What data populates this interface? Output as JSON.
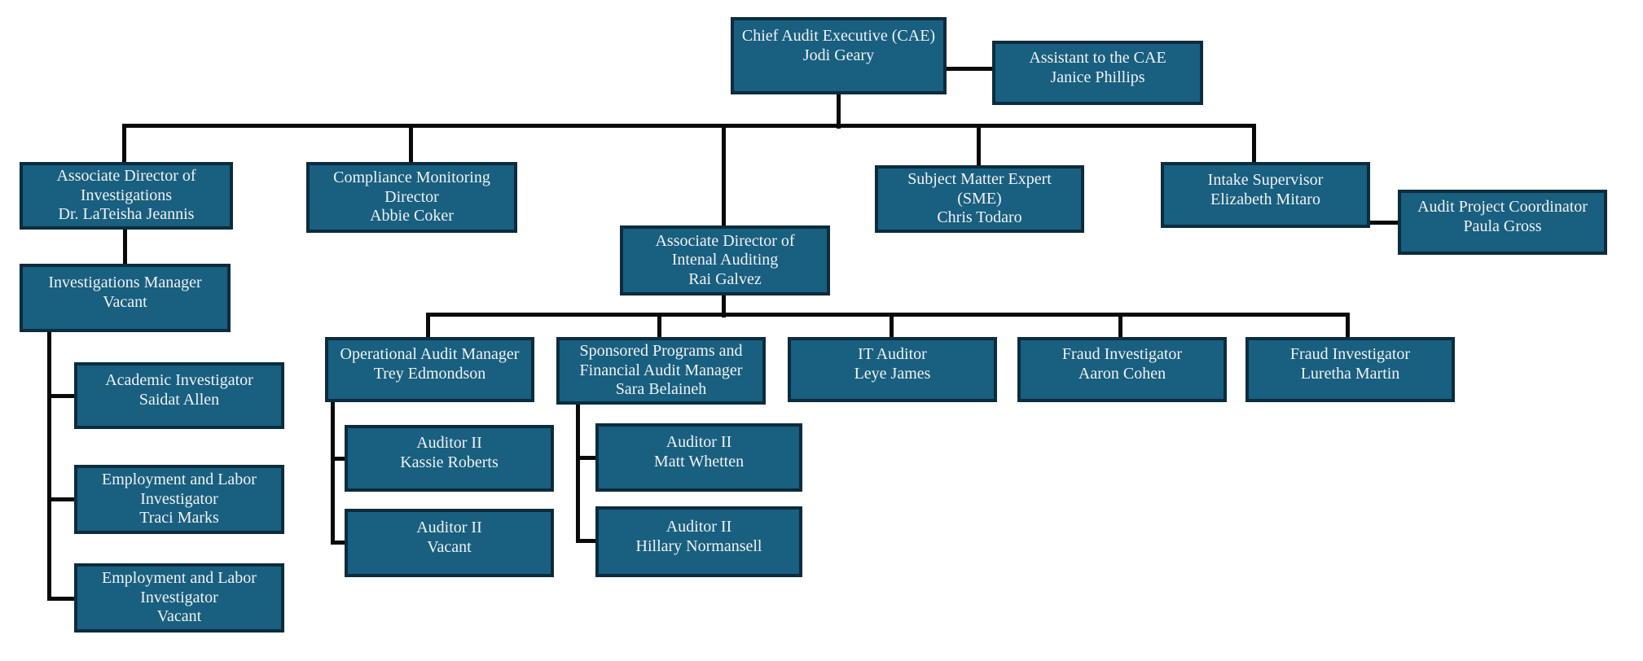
{
  "chart_type": "org-chart",
  "colors": {
    "box_fill": "#185F80",
    "box_border": "#0D2C3D",
    "connector": "#0A0A0A",
    "text": "#F2F2F2",
    "background": "#FFFFFF"
  },
  "nodes": {
    "cae": {
      "role": "Chief Audit Executive (CAE)",
      "person": "Jodi Geary"
    },
    "assistant": {
      "role": "Assistant to the CAE",
      "person": "Janice Phillips"
    },
    "assoc_dir_investigations": {
      "role": "Associate Director of\nInvestigations",
      "person": "Dr. LaTeisha Jeannis"
    },
    "compliance_monitoring_director": {
      "role": "Compliance Monitoring\nDirector",
      "person": "Abbie Coker"
    },
    "assoc_dir_internal_auditing": {
      "role": "Associate Director of\nIntenal Auditing",
      "person": "Rai Galvez"
    },
    "subject_matter_expert": {
      "role": "Subject Matter Expert\n(SME)",
      "person": "Chris Todaro"
    },
    "intake_supervisor": {
      "role": "Intake Supervisor",
      "person": "Elizabeth Mitaro"
    },
    "audit_project_coordinator": {
      "role": "Audit Project Coordinator",
      "person": "Paula Gross"
    },
    "investigations_manager": {
      "role": "Investigations Manager",
      "person": "Vacant"
    },
    "academic_investigator": {
      "role": "Academic Investigator",
      "person": "Saidat Allen"
    },
    "employment_labor_investigator_1": {
      "role": "Employment and Labor\nInvestigator",
      "person": "Traci Marks"
    },
    "employment_labor_investigator_2": {
      "role": "Employment and Labor\nInvestigator",
      "person": "Vacant"
    },
    "operational_audit_manager": {
      "role": "Operational Audit Manager",
      "person": "Trey Edmondson"
    },
    "sponsored_programs_manager": {
      "role": "Sponsored Programs and\nFinancial Audit Manager",
      "person": "Sara Belaineh"
    },
    "it_auditor": {
      "role": "IT Auditor",
      "person": "Leye James"
    },
    "fraud_investigator_1": {
      "role": "Fraud Investigator",
      "person": "Aaron Cohen"
    },
    "fraud_investigator_2": {
      "role": "Fraud Investigator",
      "person": "Luretha Martin"
    },
    "auditor_ii_1": {
      "role": "Auditor II",
      "person": "Kassie Roberts"
    },
    "auditor_ii_2": {
      "role": "Auditor II",
      "person": "Vacant"
    },
    "auditor_ii_3": {
      "role": "Auditor II",
      "person": "Matt Whetten"
    },
    "auditor_ii_4": {
      "role": "Auditor II",
      "person": "Hillary Normansell"
    }
  }
}
